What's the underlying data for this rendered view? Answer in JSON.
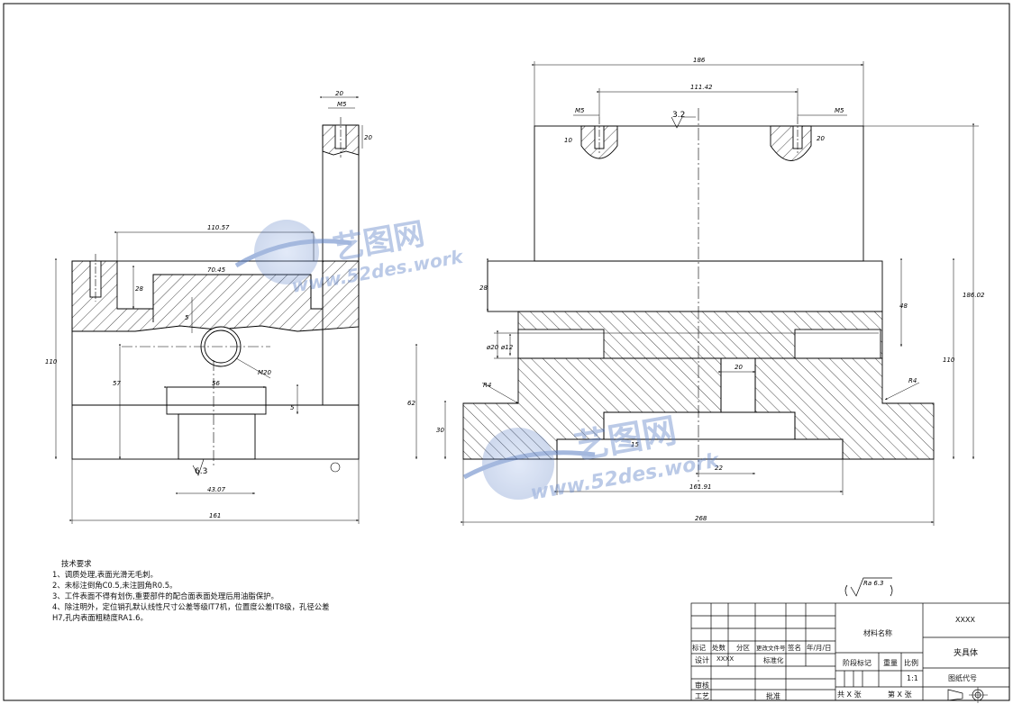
{
  "dimensions": {
    "left_top_width": "20",
    "left_hole_m": "M5",
    "left_hole_depth": "20",
    "left_span": "110.57",
    "left_inner": "70.45",
    "left_step": "28",
    "left_v5": "5",
    "left_thread": "M20",
    "left_height_total": "110",
    "left_height_mid": "57",
    "left_boss": "56",
    "left_boss_h": "5",
    "left_base_w": "43.07",
    "left_total_w": "161",
    "left_rough": "6.3",
    "right_total_top": "186",
    "right_holes_span": "111.42",
    "right_m_left": "M5",
    "right_m_right": "M5",
    "right_depth_left": "10",
    "right_depth_right": "20",
    "right_rough_top": "3.2",
    "right_step": "28",
    "right_48": "48",
    "right_phi20": "ø20",
    "right_phi12": "ø12",
    "right_20": "20",
    "right_R4_left": "R4",
    "right_R4_right": "R4",
    "right_62": "62",
    "right_30": "30",
    "right_110": "110",
    "right_186": "186.02",
    "right_15": "15",
    "right_22": "22",
    "right_161": "161.91",
    "right_268": "268",
    "rough_note": "Ra 6.3"
  },
  "notes": {
    "title": "技术要求",
    "items": [
      "1、调质处理,表面光滑无毛刺。",
      "2、未标注倒角C0.5,未注圆角R0.5。",
      "3、工件表面不得有划伤,重要部件的配合面表面处理后用油脂保护。",
      "4、除注明外，定位销孔默认线性尺寸公差等级IT7机，位置度公差IT8级，孔径公差",
      "H7,孔内表面粗糙度RA1.6。"
    ]
  },
  "title_block": {
    "material": "材料名称",
    "drawing_title": "XXXX",
    "part_name": "夹具体",
    "row_labels": [
      "标记",
      "处数",
      "分区",
      "更改文件号",
      "签名",
      "年/月/日"
    ],
    "design": "设计",
    "design_val": "XXXX",
    "standardize": "标准化",
    "stage_mark": "阶段标记",
    "weight": "重量",
    "scale": "比例",
    "scale_val": "1:1",
    "drawing_no": "图纸代号",
    "review": "审核",
    "process": "工艺",
    "approve": "批准",
    "total_sheets": "共 X 张",
    "sheet_no": "第 X 张"
  },
  "watermark": {
    "brand": "艺图网",
    "url": "www.52des.work"
  }
}
